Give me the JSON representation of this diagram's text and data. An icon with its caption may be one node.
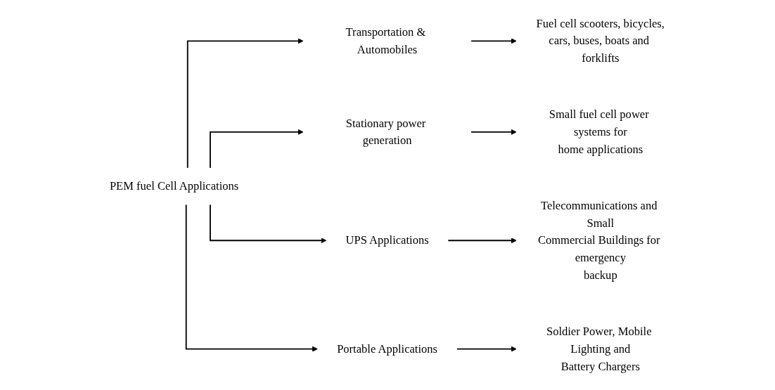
{
  "diagram": {
    "nodes": [
      {
        "text": [
          "PEM fuel Cell Applications"
        ]
      },
      {
        "text": [
          "Transportation & Automobiles"
        ]
      },
      {
        "text": [
          "Fuel cell scooters, bicycles, cars, buses, boats and forklifts"
        ]
      },
      {
        "text": [
          "Stationary power generation"
        ]
      },
      {
        "text": [
          "Small fuel cell power systems for home applications"
        ]
      },
      {
        "text": [
          "UPS Applications"
        ]
      },
      {
        "text": [
          "Telecommunications and Small Commercial Buildings for emergency backup"
        ]
      },
      {
        "text": [
          "Portable Applications"
        ]
      },
      {
        "text": [
          "Soldier Power, Mobile Lighting and Battery Chargers"
        ]
      }
    ],
    "edges": [
      {
        "from": 0,
        "to": 1,
        "arrow": "to"
      },
      {
        "from": 0,
        "to": 3,
        "arrow": "to"
      },
      {
        "from": 0,
        "to": 5,
        "arrow": "to"
      },
      {
        "from": 0,
        "to": 7,
        "arrow": "to"
      },
      {
        "from": 1,
        "to": 2,
        "arrow": "to"
      },
      {
        "from": 3,
        "to": 4,
        "arrow": "to"
      },
      {
        "from": 5,
        "to": 6,
        "arrow": "to"
      },
      {
        "from": 7,
        "to": 8,
        "arrow": "to"
      }
    ]
  }
}
